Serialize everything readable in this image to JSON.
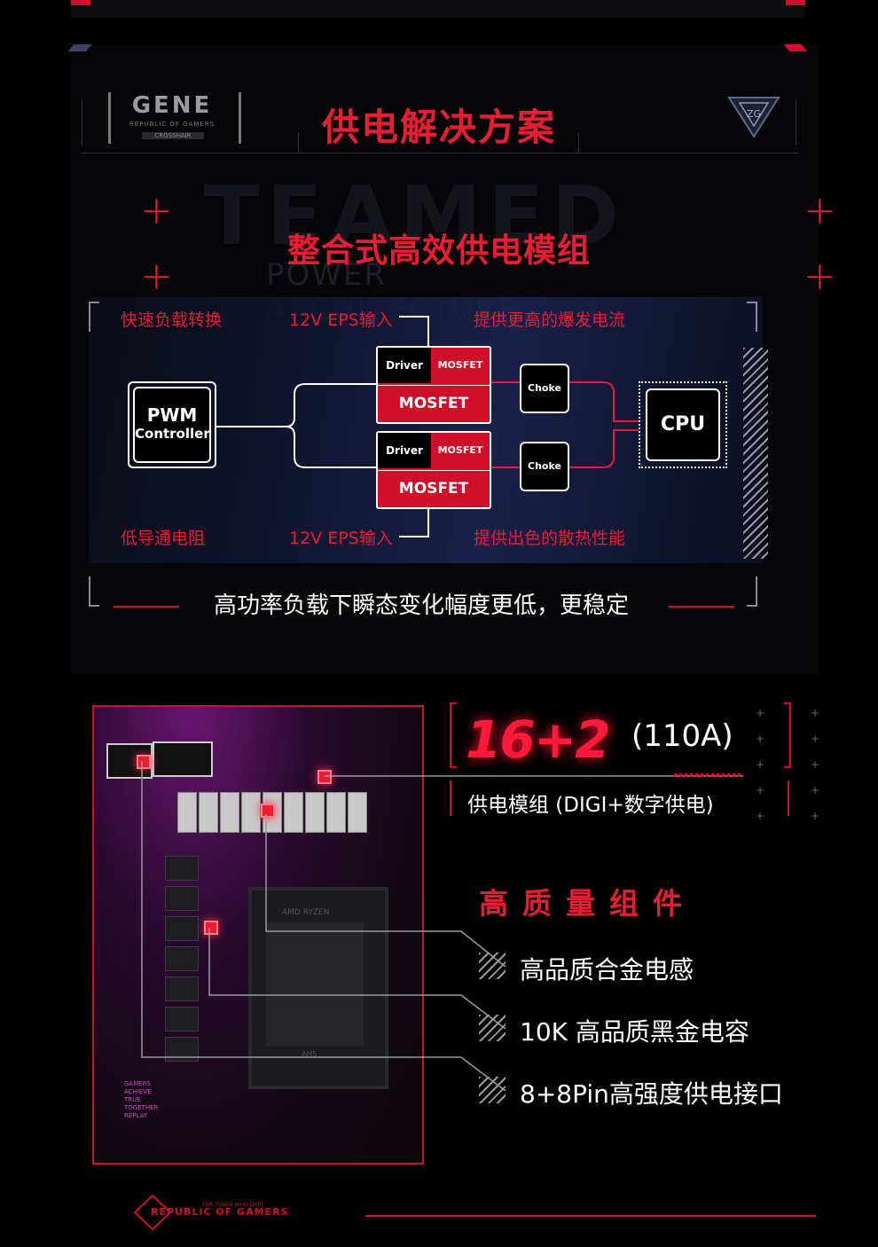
{
  "header": {
    "gene_logo": "GENE",
    "gene_sub": "REPUBLIC OF GAMERS",
    "gene_sub2": "CROSSHAIR",
    "title": "供电解决方案"
  },
  "background_text": {
    "teamed": "TEAMED",
    "power_arch": "POWER ARCHITECTURE"
  },
  "section1": {
    "subtitle": "整合式高效供电模组",
    "labels": {
      "fast_load": "快速负载转换",
      "eps_top": "12V EPS输入",
      "burst": "提供更高的爆发电流",
      "low_resist": "低导通电阻",
      "eps_bottom": "12V EPS输入",
      "thermal": "提供出色的散热性能"
    },
    "diagram": {
      "pwm": "PWM",
      "controller": "Controller",
      "driver": "Driver",
      "mosfet_small": "MOSFET",
      "mosfet_big": "MOSFET",
      "choke": "Choke",
      "cpu": "CPU"
    },
    "caption": "高功率负载下瞬态变化幅度更低，更稳定"
  },
  "section2": {
    "phases": "16+2",
    "amps": "(110A)",
    "module_label": "供电模组 (DIGI+数字供电)",
    "quality_title": "高质量组件",
    "features": [
      "高品质合金电感",
      "10K 高品质黑金电容",
      "8+8Pin高强度供电接口"
    ],
    "board": {
      "socket_brand": "AMD RYZEN",
      "socket_label": "AM5",
      "side_text": "GAMERS ACHIEVE TRUE TOGETHER REPLAY"
    }
  },
  "footer": {
    "logo_text": "REPUBLIC OF GAMERS",
    "tagline": "FOR THOSE WHO DARE"
  },
  "colors": {
    "accent": "#e81c32",
    "background": "#000000"
  }
}
